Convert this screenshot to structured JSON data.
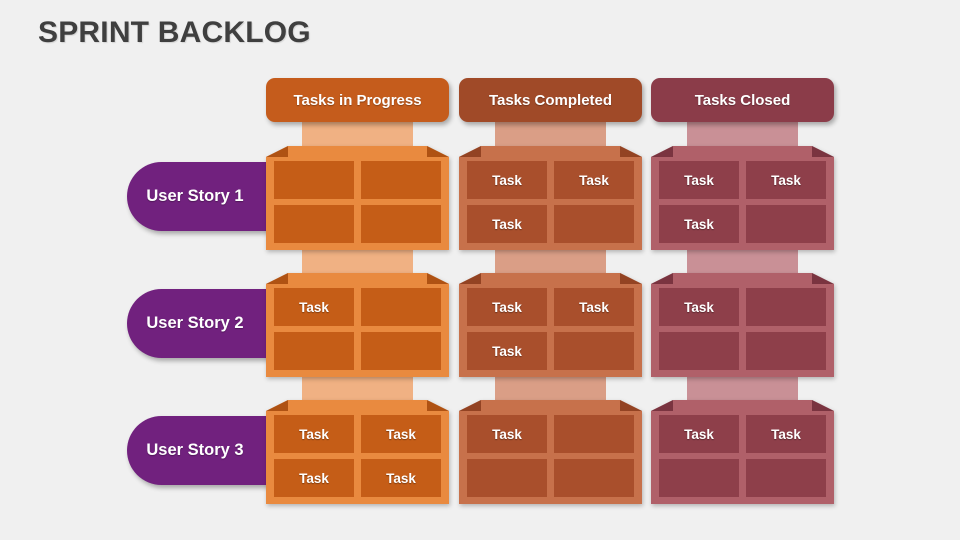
{
  "title": "SPRINT BACKLOG",
  "background_color": "#F0F0F0",
  "title_color": "#3F3F3F",
  "user_story_color": "#71217E",
  "columns": [
    {
      "label": "Tasks in Progress",
      "header_color": "#C55C1C",
      "frame_color": "#E98A3F",
      "cell_color": "#C55D17",
      "connector_color": "#F0B183"
    },
    {
      "label": "Tasks Completed",
      "header_color": "#A04A28",
      "frame_color": "#C7714B",
      "cell_color": "#A94F2C",
      "connector_color": "#DA9E86"
    },
    {
      "label": "Tasks Closed",
      "header_color": "#8B3C49",
      "frame_color": "#B06069",
      "cell_color": "#8E3F4A",
      "connector_color": "#C99096"
    }
  ],
  "user_stories": [
    {
      "label": "User Story 1"
    },
    {
      "label": "User Story 2"
    },
    {
      "label": "User Story 3"
    }
  ],
  "grid": [
    [
      [
        "",
        "",
        "",
        ""
      ],
      [
        "Task",
        "Task",
        "Task",
        ""
      ],
      [
        "Task",
        "Task",
        "Task",
        ""
      ]
    ],
    [
      [
        "Task",
        "",
        "",
        ""
      ],
      [
        "Task",
        "Task",
        "Task",
        ""
      ],
      [
        "Task",
        "",
        "",
        ""
      ]
    ],
    [
      [
        "Task",
        "Task",
        "Task",
        "Task"
      ],
      [
        "Task",
        "",
        "",
        ""
      ],
      [
        "Task",
        "Task",
        "",
        ""
      ]
    ]
  ]
}
